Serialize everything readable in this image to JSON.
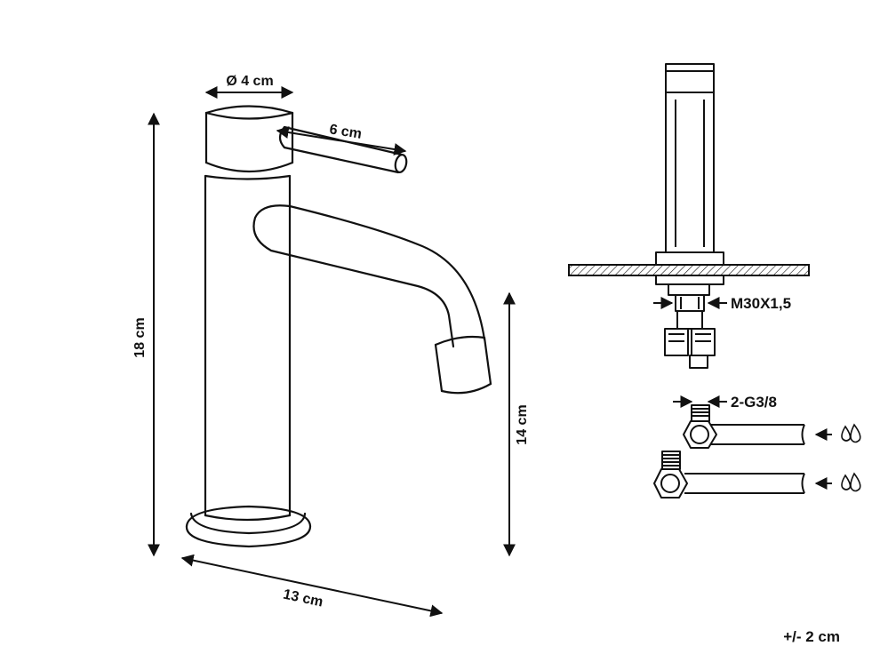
{
  "labels": {
    "diameter": "Ø 4 cm",
    "handle_length": "6 cm",
    "total_height": "18 cm",
    "spout_height": "14 cm",
    "depth": "13 cm",
    "mount_thread": "M30X1,5",
    "hose_thread": "2-G3/8",
    "tolerance": "+/- 2 cm"
  },
  "icons": {
    "hot_water": "water-drops-icon",
    "cold_water": "water-drops-icon"
  },
  "colors": {
    "line": "#111111",
    "background": "#ffffff"
  }
}
